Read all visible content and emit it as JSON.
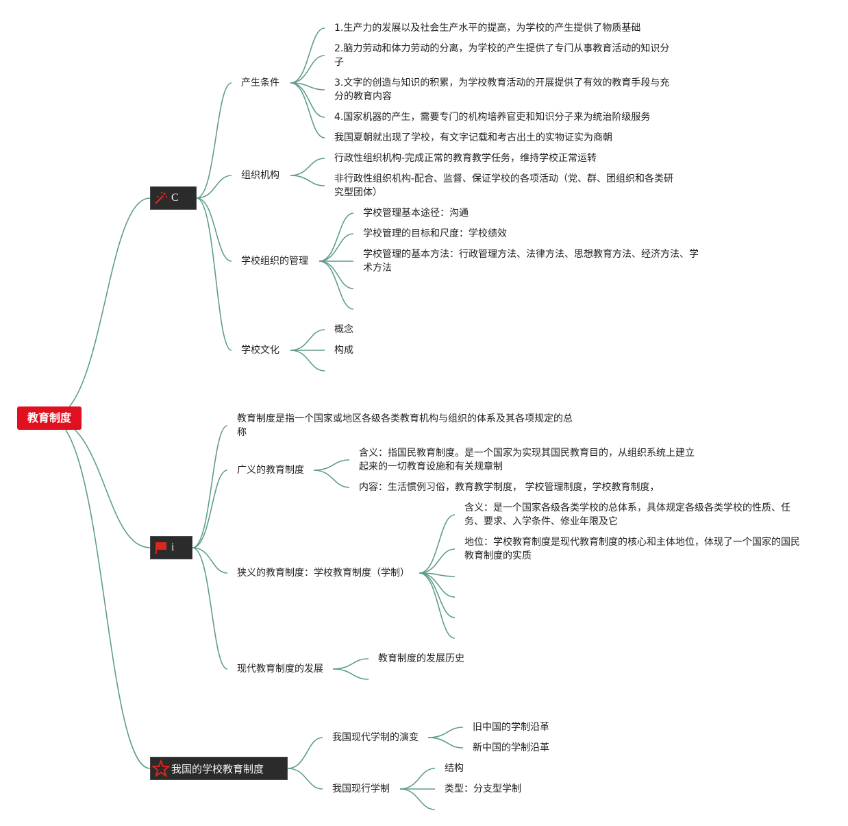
{
  "root": {
    "label": "教育制度"
  },
  "branches": {
    "b1": {
      "icon": "magic-wand-icon",
      "label": "C",
      "tc": {
        "label": "产生条件",
        "items": [
          "1.生产力的发展以及社会生产水平的提高，为学校的产生提供了物质基础",
          "2.脑力劳动和体力劳动的分离，为学校的产生提供了专门从事教育活动的知识分子",
          "3.文字的创造与知识的积累，为学校教育活动的开展提供了有效的教育手段与充分的教育内容",
          "4.国家机器的产生，需要专门的机构培养官吏和知识分子来为统治阶级服务",
          "我国夏朝就出现了学校，有文字记载和考古出土的实物证实为商朝"
        ]
      },
      "org": {
        "label": "组织机构",
        "items": [
          "行政性组织机构-完成正常的教育教学任务，维持学校正常运转",
          "非行政性组织机构-配合、监督、保证学校的各项活动（党、群、团组织和各类研究型团体）"
        ]
      },
      "mgmt": {
        "label": "学校组织的管理",
        "items": [
          "学校管理基本途径：沟通",
          "学校管理的目标和尺度：学校绩效",
          "学校管理的基本方法：行政管理方法、法律方法、思想教育方法、经济方法、学术方法"
        ]
      },
      "culture": {
        "label": "学校文化",
        "items": [
          "概念",
          "构成"
        ]
      }
    },
    "b2": {
      "icon": "flag-icon",
      "label": "i",
      "def": "教育制度是指一个国家或地区各级各类教育机构与组织的体系及其各项规定的总称",
      "broad": {
        "label": "广义的教育制度",
        "items": [
          "含义：指国民教育制度。是一个国家为实现其国民教育目的，从组织系统上建立起来的一切教育设施和有关规章制",
          "内容：生活惯例习俗，教育教学制度， 学校管理制度，学校教育制度，"
        ]
      },
      "narrow": {
        "label": "狭义的教育制度：学校教育制度（学制）",
        "items": [
          "含义：是一个国家各级各类学校的总体系，具体规定各级各类学校的性质、任务、要求、入学条件、修业年限及它",
          "地位：学校教育制度是现代教育制度的核心和主体地位，体现了一个国家的国民教育制度的实质"
        ]
      },
      "modern": {
        "label": "现代教育制度的发展",
        "items": [
          "教育制度的发展历史"
        ]
      }
    },
    "b3": {
      "icon": "star-icon",
      "label": "我国的学校教育制度",
      "evo": {
        "label": "我国现代学制的演变",
        "items": [
          "旧中国的学制沿革",
          "新中国的学制沿革"
        ]
      },
      "cur": {
        "label": "我国现行学制",
        "items": [
          "结构",
          "类型：分支型学制"
        ]
      }
    }
  },
  "colors": {
    "root": "#e0101f",
    "main_node": "#2b2b2b",
    "connector": "#5e9c8e",
    "icon_red": "#d8281e"
  }
}
